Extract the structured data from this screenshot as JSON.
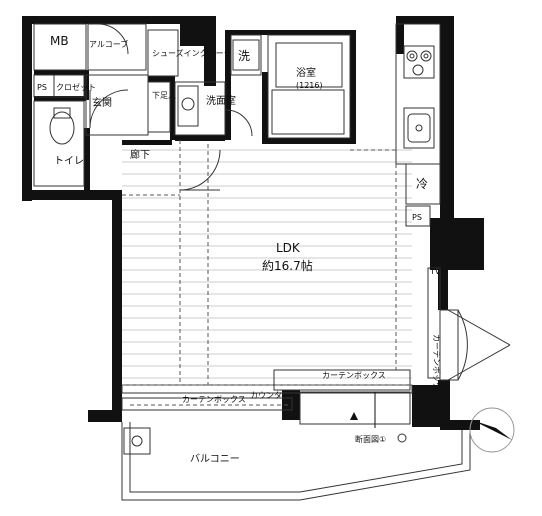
{
  "rooms": {
    "mb": "MB",
    "alcove": "アルコーブ",
    "shoe_closet": "シューズインクローク",
    "ps_entry": "PS",
    "closet": "クロゼット",
    "entrance": "玄関",
    "toilet": "トイレ",
    "hallway": "廊下",
    "shoe_step": "下足入",
    "washroom": "洗面室",
    "washer": "洗",
    "bath": "浴室",
    "bath_size": "(1216)",
    "ldk": "LDK",
    "ldk_size": "約16.7帖",
    "fridge": "冷",
    "ps_kitchen": "PS",
    "balcony": "バルコニー",
    "curtain_box_1": "カーテンボックス",
    "curtain_box_2": "カーテンボックス",
    "curtain_box_3": "カーテンボックス",
    "counter": "カウンター",
    "section": "断面図①",
    "tv_label": "TV"
  }
}
